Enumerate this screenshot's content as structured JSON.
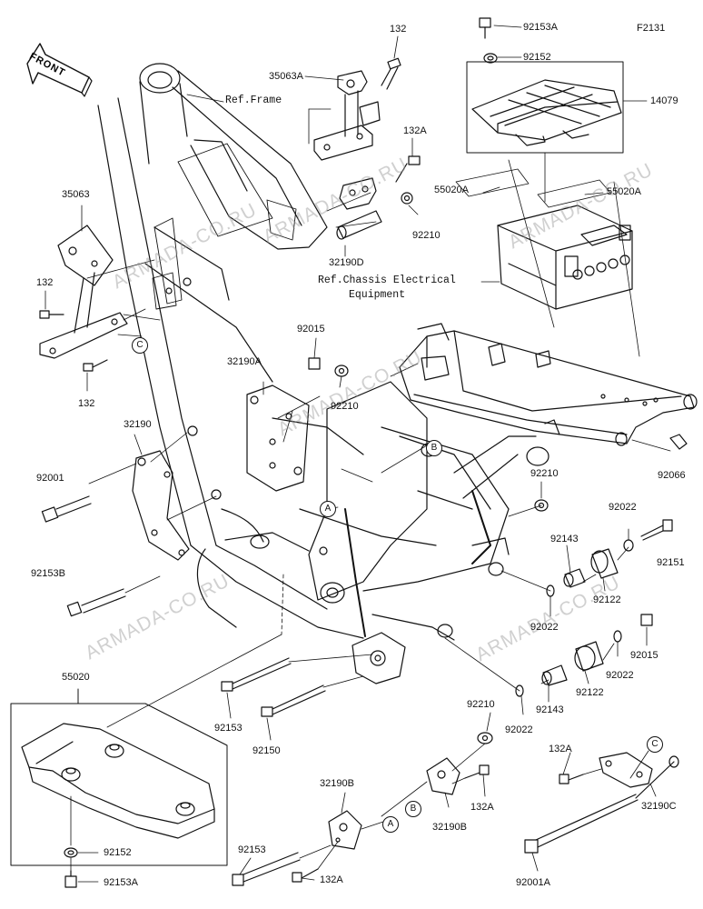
{
  "diagram": {
    "code": "F2131",
    "front_label": "FRONT",
    "watermark": "ARMADA-CO.RU",
    "refs": {
      "frame": "Ref.Frame",
      "chassis_line1": "Ref.Chassis Electrical",
      "chassis_line2": "Equipment"
    },
    "circles": {
      "a": "A",
      "b": "B",
      "c": "C"
    },
    "labels": {
      "l_92153A_top": "92153A",
      "l_92152_top": "92152",
      "l_14079": "14079",
      "l_132_top": "132",
      "l_35063A": "35063A",
      "l_132A_top": "132A",
      "l_55020A_left": "55020A",
      "l_55020A_right": "55020A",
      "l_92210_a": "92210",
      "l_32190D": "32190D",
      "l_35063": "35063",
      "l_132_left": "132",
      "l_132_low": "132",
      "l_92015_a": "92015",
      "l_32190A": "32190A",
      "l_92210_b": "92210",
      "l_32190": "32190",
      "l_92001": "92001",
      "l_92153B": "92153B",
      "l_92210_c": "92210",
      "l_92066": "92066",
      "l_92022_a": "92022",
      "l_92143_a": "92143",
      "l_92151": "92151",
      "l_92122_a": "92122",
      "l_92022_b": "92022",
      "l_92015_b": "92015",
      "l_92022_c": "92022",
      "l_92122_b": "92122",
      "l_92143_b": "92143",
      "l_92022_d": "92022",
      "l_55020": "55020",
      "l_92153_a": "92153",
      "l_92150": "92150",
      "l_92210_d": "92210",
      "l_132A_mid": "132A",
      "l_32190C": "32190C",
      "l_132A_b": "132A",
      "l_32190B_top": "32190B",
      "l_32190B_bot": "32190B",
      "l_92153_b": "92153",
      "l_132A_bot": "132A",
      "l_92001A": "92001A",
      "l_92152_bot": "92152",
      "l_92153A_bot": "92153A"
    }
  }
}
